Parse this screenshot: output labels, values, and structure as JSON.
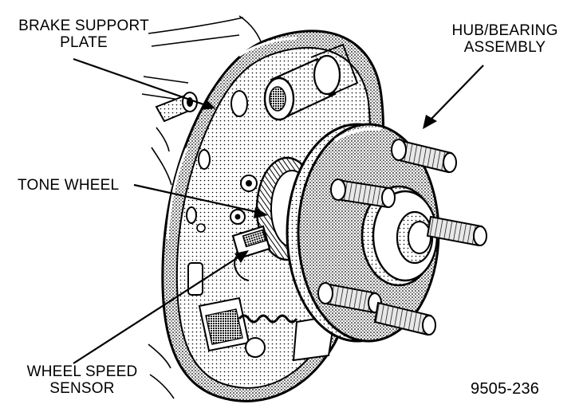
{
  "labels": {
    "brake_support_plate": [
      "BRAKE SUPPORT",
      "PLATE"
    ],
    "hub_bearing_assembly": [
      "HUB/BEARING",
      "ASSEMBLY"
    ],
    "tone_wheel": "TONE WHEEL",
    "wheel_speed_sensor": [
      "WHEEL SPEED",
      "SENSOR"
    ]
  },
  "figure_number": "9505-236",
  "colors": {
    "ink": "#000000",
    "paper": "#ffffff",
    "screen": "#bdbdbd",
    "screen_dark": "#8e8e8e"
  }
}
